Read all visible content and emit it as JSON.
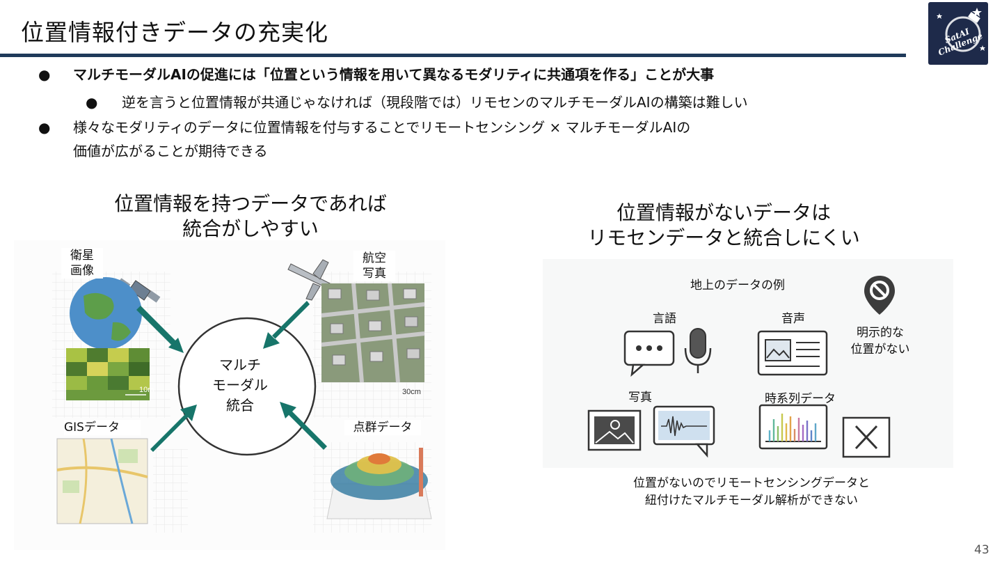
{
  "title": "位置情報付きデータの充実化",
  "logo_text": "SatAI Challenge",
  "bullets": {
    "b1": "マルチモーダルAIの促進には「位置という情報を用いて異なるモダリティに共通項を作る」ことが大事",
    "b2": "逆を言うと位置情報が共通じゃなければ（現段階では）リモセンのマルチモーダルAIの構築は難しい",
    "b3_line1": "様々なモダリティのデータに位置情報を付与することでリモートセンシング × マルチモーダルAIの",
    "b3_line2": "価値が広がることが期待できる",
    "bullet_glyph": "●"
  },
  "left_caption": {
    "line1": "位置情報を持つデータであれば",
    "line2": "統合がしやすい"
  },
  "right_caption": {
    "line1": "位置情報がないデータは",
    "line2": "リモセンデータと統合しにくい"
  },
  "left_figure": {
    "satellite_label_1": "衛星",
    "satellite_label_2": "画像",
    "aerial_label_1": "航空",
    "aerial_label_2": "写真",
    "gis_label": "GISデータ",
    "pointcloud_label": "点群データ",
    "center_1": "マルチ",
    "center_2": "モーダル",
    "center_3": "統合",
    "scale_10m": "10m",
    "scale_30cm": "30cm",
    "arrow_color": "#17756a"
  },
  "right_figure": {
    "heading": "地上のデータの例",
    "language": "言語",
    "audio": "音声",
    "photo": "写真",
    "timeseries": "時系列データ",
    "no_location_1": "明示的な",
    "no_location_2": "位置がない"
  },
  "bottom_note": {
    "line1": "位置がないのでリモートセンシングデータと",
    "line2": "紐付けたマルチモーダル解析ができない"
  },
  "page_number": "43"
}
